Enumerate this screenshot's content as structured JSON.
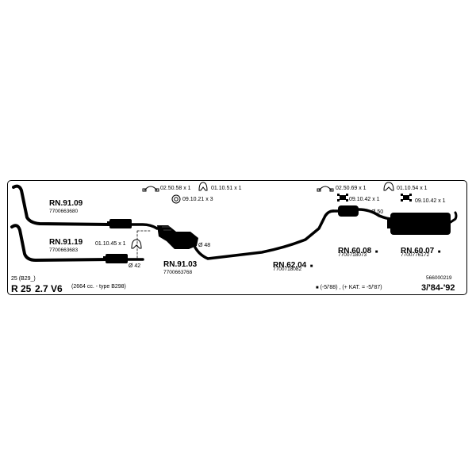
{
  "parts": [
    {
      "code": "RN.91.09",
      "oem": "7700663680"
    },
    {
      "code": "RN.91.19",
      "oem": "7700663683"
    },
    {
      "code": "RN.91.03",
      "oem": "7700663768"
    },
    {
      "code": "RN.62.04",
      "oem": "7700718082",
      "marker": "■"
    },
    {
      "code": "RN.60.08",
      "oem": "7700718073",
      "marker": "■"
    },
    {
      "code": "RN.60.07",
      "oem": "7700776172",
      "marker": "■"
    }
  ],
  "fittings": [
    {
      "label": "02.50.58 x 1",
      "icon": "clamp-icon"
    },
    {
      "label": "01.10.51 x 1",
      "icon": "hanger-ring-icon"
    },
    {
      "label": "09.10.21 x 3",
      "icon": "washer-icon"
    },
    {
      "label": "01.10.45 x 1",
      "icon": "hanger-ring-icon"
    },
    {
      "label": "02.50.69 x 1",
      "icon": "clamp-icon"
    },
    {
      "label": "09.10.42 x 1",
      "icon": "rubber-mount-icon"
    },
    {
      "label": "01.10.54 x 1",
      "icon": "hanger-ring-icon"
    },
    {
      "label": "09.10.42 x 1",
      "icon": "rubber-mount-icon"
    }
  ],
  "diameters": [
    "Ø 48",
    "Ø 42",
    "Ø 50"
  ],
  "vehicle": {
    "model_code": "25 (B29_)",
    "model": "R 25",
    "engine": "2.7 V6",
    "spec": "(2664 cc. - type B298)",
    "years": "3/'84-'92",
    "catalog_no": "566000219"
  },
  "note": {
    "marker": "■",
    "text": "(-5/'88) , (+ KAT. = -5/'87)"
  }
}
